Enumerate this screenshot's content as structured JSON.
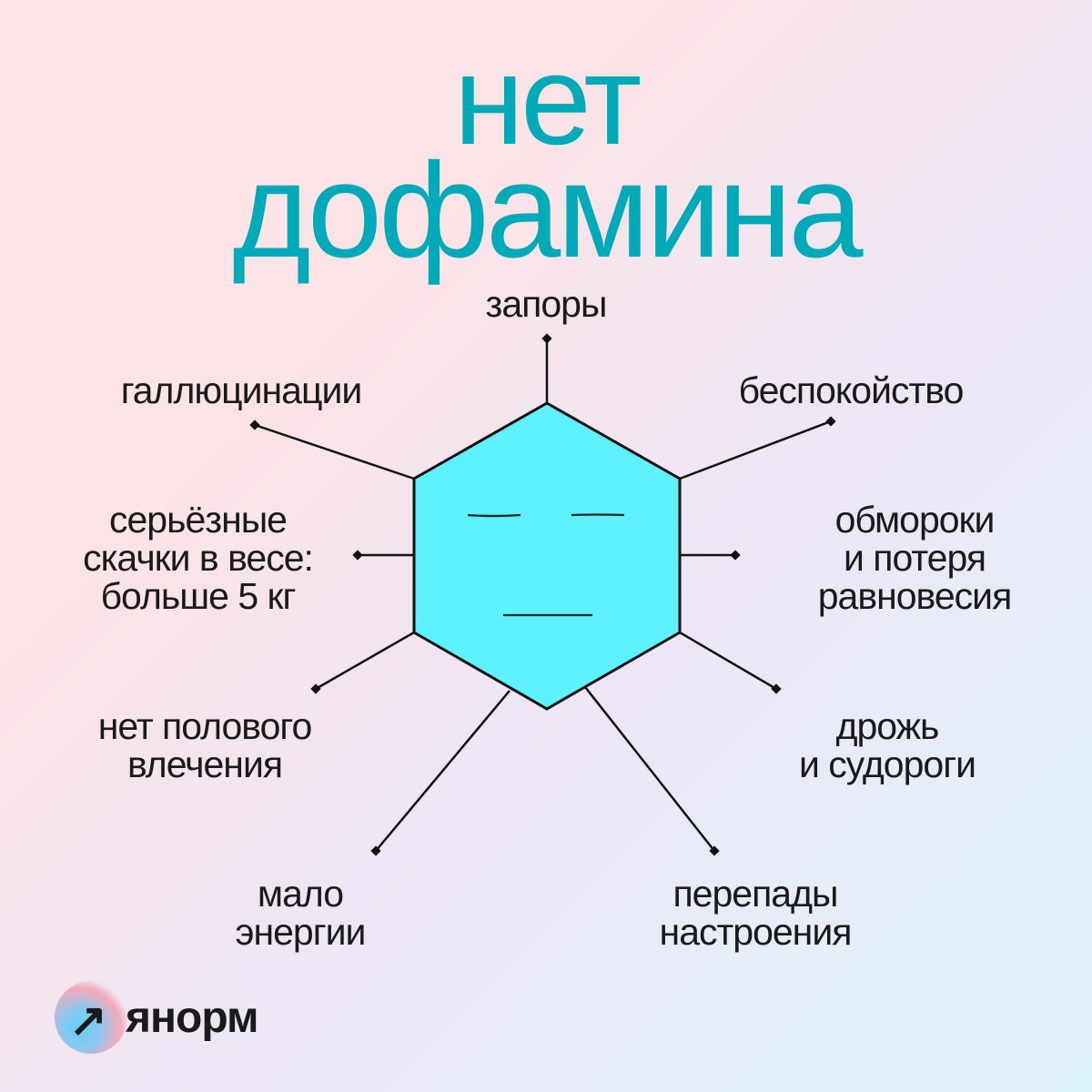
{
  "title": {
    "line1": "нет",
    "line2": "дофамина"
  },
  "center_shape": {
    "type": "hexagon-face",
    "fill": "#5ef1ff"
  },
  "labels": {
    "top": "запоры",
    "upper_right": "беспокойство",
    "right": [
      "обмороки",
      "и потеря",
      "равновесия"
    ],
    "lower_right": [
      "дрожь",
      "и судороги"
    ],
    "bottom_right": [
      "перепады",
      "настроения"
    ],
    "bottom_left": [
      "мало",
      "энергии"
    ],
    "lower_left": [
      "нет полового",
      "влечения"
    ],
    "left": [
      "серьёзные",
      "скачки в весе:",
      "больше 5 кг"
    ],
    "upper_left": "галлюцинации"
  },
  "logo": {
    "icon": "arrow-up-right-icon",
    "text": "янорм"
  },
  "colors": {
    "accent": "#00aab9",
    "hexagon": "#5ef1ff"
  }
}
